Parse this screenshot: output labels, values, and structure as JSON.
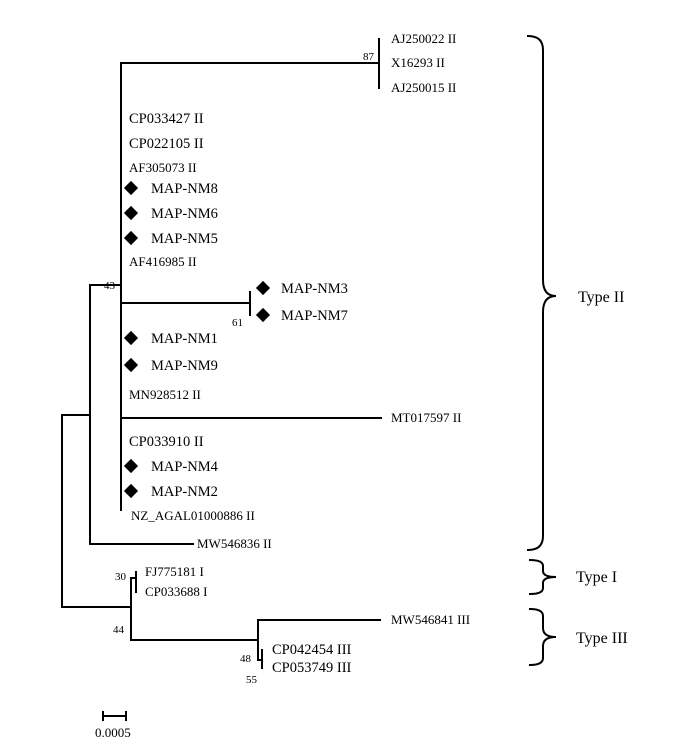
{
  "tree": {
    "taxa": {
      "aj250022": "AJ250022 II",
      "x16293": "X16293 II",
      "aj250015": "AJ250015 II",
      "cp033427": "CP033427 II",
      "cp022105": "CP022105 II",
      "af305073": "AF305073 II",
      "mapnm8": "MAP-NM8",
      "mapnm6": "MAP-NM6",
      "mapnm5": "MAP-NM5",
      "af416985": "AF416985 II",
      "mapnm3": "MAP-NM3",
      "mapnm7": "MAP-NM7",
      "mapnm1": "MAP-NM1",
      "mapnm9": "MAP-NM9",
      "mn928512": "MN928512 II",
      "mt017597": "MT017597 II",
      "cp033910": "CP033910 II",
      "mapnm4": "MAP-NM4",
      "mapnm2": "MAP-NM2",
      "nzagal": "NZ_AGAL01000886 II",
      "mw546836": "MW546836 II",
      "fj775181": "FJ775181 I",
      "cp033688": "CP033688 I",
      "mw546841": "MW546841 III",
      "cp042454": "CP042454 III",
      "cp053749": "CP053749 III"
    },
    "bootstrap": {
      "b87": "87",
      "b43": "43",
      "b61": "61",
      "b30": "30",
      "b44": "44",
      "b48": "48",
      "b55": "55"
    },
    "groups": {
      "type2": "Type II",
      "type1": "Type I",
      "type3": "Type III"
    },
    "scale_bar": "0.0005",
    "marker": "diamond"
  }
}
